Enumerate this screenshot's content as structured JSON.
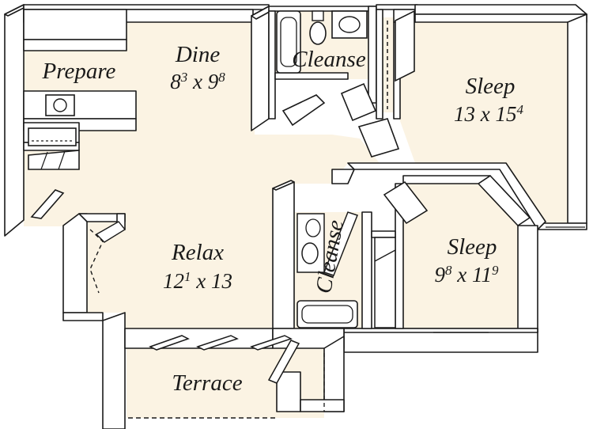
{
  "colors": {
    "floor": "#fbf3e3",
    "wall_top": "#ffffff",
    "wall_side": "#dcdcdc",
    "wall_shade": "#bdbdbd",
    "outline": "#1a1a1a",
    "background": "#ffffff"
  },
  "rooms": {
    "prepare": {
      "name": "Prepare"
    },
    "dine": {
      "name": "Dine",
      "dim_main": "8",
      "dim_sup_1": "3",
      "dim_mid": " x 9",
      "dim_sup_2": "8"
    },
    "cleanse_top": {
      "name": "Cleanse"
    },
    "sleep_main": {
      "name": "Sleep",
      "dim_main": "13 x 15",
      "dim_sup": "4"
    },
    "relax": {
      "name": "Relax",
      "dim_main": "12",
      "dim_sup_1": "1",
      "dim_mid": " x 13"
    },
    "cleanse_side": {
      "name": "Cleanse"
    },
    "sleep_small": {
      "name": "Sleep",
      "dim_main": "9",
      "dim_sup_1": "8",
      "dim_mid": " x 11",
      "dim_sup_2": "9"
    },
    "terrace": {
      "name": "Terrace"
    }
  }
}
